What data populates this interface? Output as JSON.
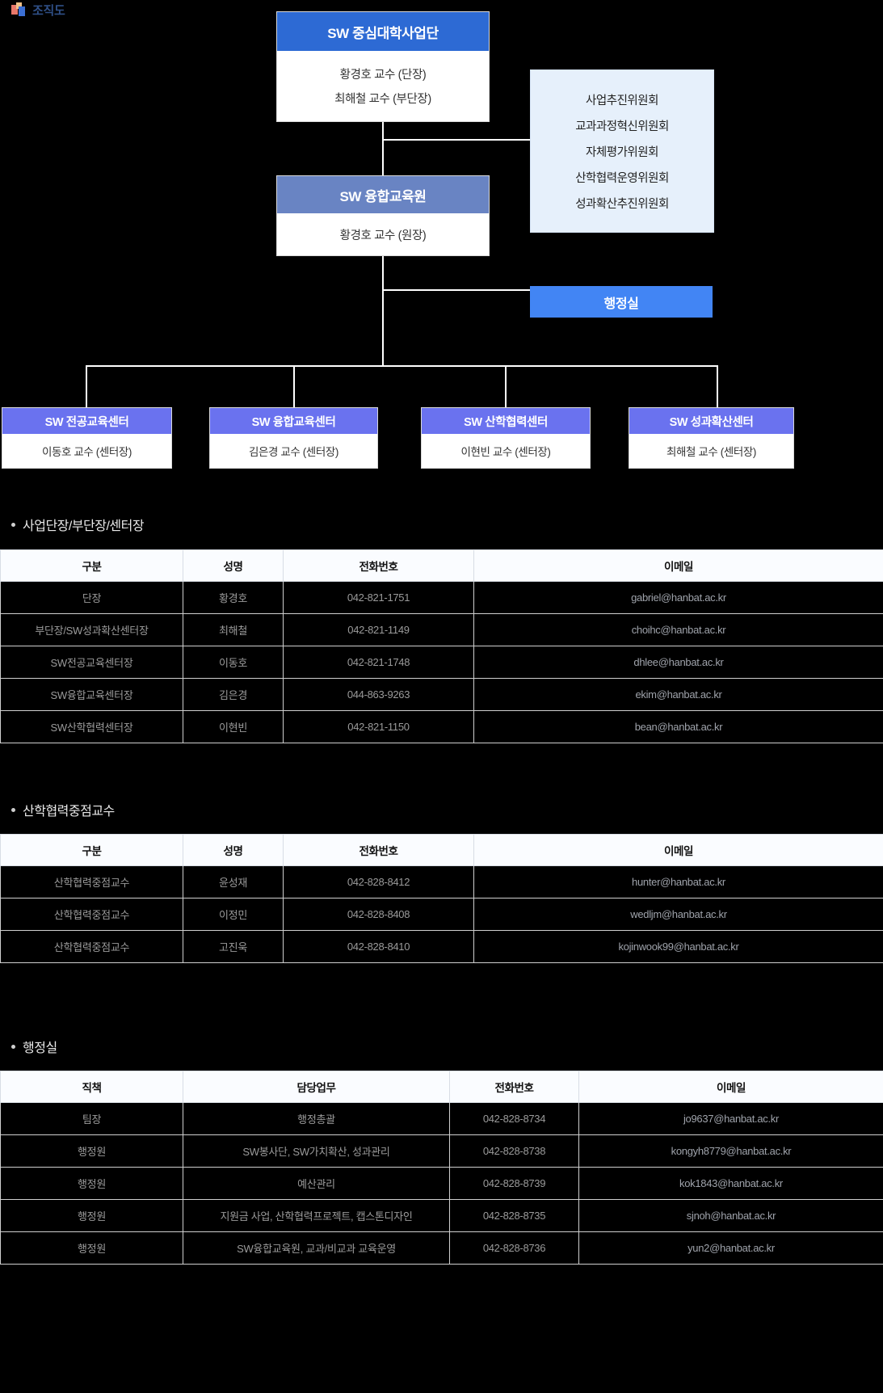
{
  "page": {
    "title": "조직도",
    "title_icon": "org-chart-icon"
  },
  "org_chart": {
    "main": {
      "header": "SW 중심대학사업단",
      "people": [
        "황경호 교수 (단장)",
        "최해철 교수 (부단장)"
      ]
    },
    "institute": {
      "header": "SW 융합교육원",
      "people": [
        "황경호 교수 (원장)"
      ]
    },
    "committees": {
      "items": [
        "사업추진위원회",
        "교과과정혁신위원회",
        "자체평가위원회",
        "산학협력운영위원회",
        "성과확산추진위원회"
      ]
    },
    "admin_office": {
      "label": "행정실"
    },
    "centers": [
      {
        "header": "SW 전공교육센터",
        "person": "이동호 교수 (센터장)"
      },
      {
        "header": "SW 융합교육센터",
        "person": "김은경 교수 (센터장)"
      },
      {
        "header": "SW 산학협력센터",
        "person": "이현빈 교수 (센터장)"
      },
      {
        "header": "SW 성과확산센터",
        "person": "최해철 교수 (센터장)"
      }
    ],
    "colors": {
      "main_header": "#2d6ad4",
      "institute_header": "#6984c3",
      "committee_box": "#e6f0fb",
      "admin_office": "#4285f4",
      "center_header": "#6a72ef"
    }
  },
  "sections": [
    {
      "heading": "사업단장/부단장/센터장",
      "columns": [
        "구분",
        "성명",
        "전화번호",
        "이메일"
      ],
      "rows": [
        [
          "단장",
          "황경호",
          "042-821-1751",
          "gabriel@hanbat.ac.kr"
        ],
        [
          "부단장/SW성과확산센터장",
          "최해철",
          "042-821-1149",
          "choihc@hanbat.ac.kr"
        ],
        [
          "SW전공교육센터장",
          "이동호",
          "042-821-1748",
          "dhlee@hanbat.ac.kr"
        ],
        [
          "SW융합교육센터장",
          "김은경",
          "044-863-9263",
          "ekim@hanbat.ac.kr"
        ],
        [
          "SW산학협력센터장",
          "이현빈",
          "042-821-1150",
          "bean@hanbat.ac.kr"
        ]
      ]
    },
    {
      "heading": "산학협력중점교수",
      "columns": [
        "구분",
        "성명",
        "전화번호",
        "이메일"
      ],
      "rows": [
        [
          "산학협력중점교수",
          "윤성재",
          "042-828-8412",
          "hunter@hanbat.ac.kr"
        ],
        [
          "산학협력중점교수",
          "이정민",
          "042-828-8408",
          "wedljm@hanbat.ac.kr"
        ],
        [
          "산학협력중점교수",
          "고진욱",
          "042-828-8410",
          "kojinwook99@hanbat.ac.kr"
        ]
      ]
    },
    {
      "heading": "행정실",
      "columns": [
        "직책",
        "담당업무",
        "전화번호",
        "이메일"
      ],
      "rows": [
        [
          "팀장",
          "행정총괄",
          "042-828-8734",
          "jo9637@hanbat.ac.kr"
        ],
        [
          "행정원",
          "SW봉사단, SW가치확산, 성과관리",
          "042-828-8738",
          "kongyh8779@hanbat.ac.kr"
        ],
        [
          "행정원",
          "예산관리",
          "042-828-8739",
          "kok1843@hanbat.ac.kr"
        ],
        [
          "행정원",
          "지원금 사업, 산학협력프로젝트, 캡스톤디자인",
          "042-828-8735",
          "sjnoh@hanbat.ac.kr"
        ],
        [
          "행정원",
          "SW융합교육원, 교과/비교과 교육운영",
          "042-828-8736",
          "yun2@hanbat.ac.kr"
        ]
      ]
    }
  ]
}
